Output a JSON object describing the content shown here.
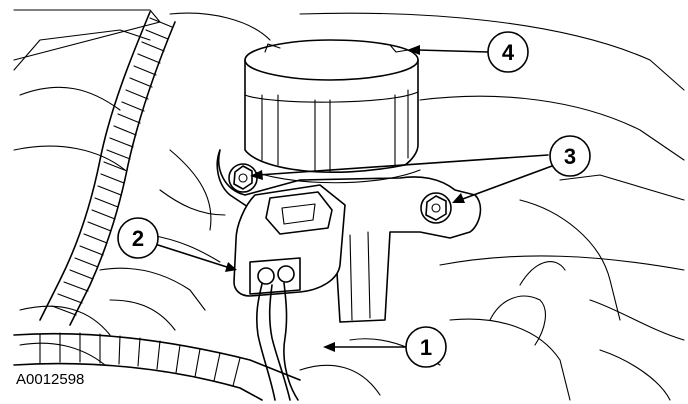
{
  "figure": {
    "callouts": [
      {
        "id": "callout-1",
        "label": "1"
      },
      {
        "id": "callout-2",
        "label": "2"
      },
      {
        "id": "callout-3",
        "label": "3"
      },
      {
        "id": "callout-4",
        "label": "4"
      }
    ],
    "reference_code": "A0012598"
  }
}
